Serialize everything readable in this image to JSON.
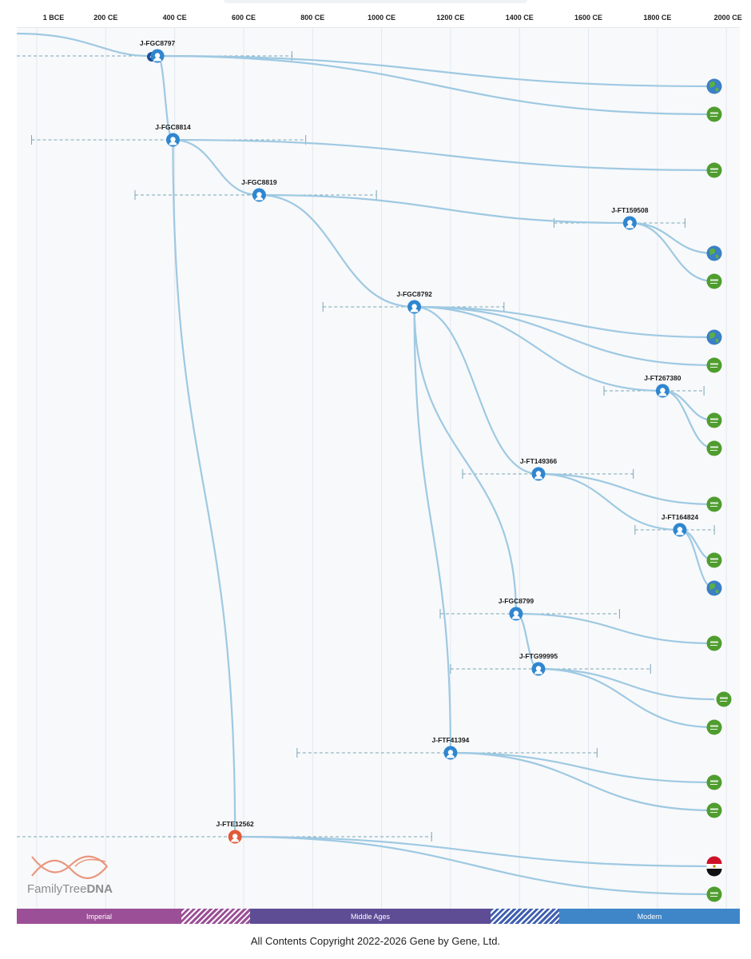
{
  "time_axis": {
    "ticks": [
      "1 BCE",
      "200 CE",
      "400 CE",
      "600 CE",
      "800 CE",
      "1000 CE",
      "1200 CE",
      "1400 CE",
      "1600 CE",
      "1800 CE",
      "2000 CE"
    ]
  },
  "nodes": [
    {
      "id": "J-FGC8797",
      "label": "J-FGC8797",
      "year": 350,
      "range": [
        -70,
        740
      ],
      "kind": "person"
    },
    {
      "id": "J-FGC8814",
      "label": "J-FGC8814",
      "year": 395,
      "range": [
        -15,
        780
      ],
      "kind": "person"
    },
    {
      "id": "J-FGC8819",
      "label": "J-FGC8819",
      "year": 645,
      "range": [
        285,
        985
      ],
      "kind": "person"
    },
    {
      "id": "J-FT159508",
      "label": "J-FT159508",
      "year": 1720,
      "range": [
        1500,
        1880
      ],
      "kind": "person"
    },
    {
      "id": "J-FGC8792",
      "label": "J-FGC8792",
      "year": 1095,
      "range": [
        830,
        1355
      ],
      "kind": "person"
    },
    {
      "id": "J-FT267380",
      "label": "J-FT267380",
      "year": 1815,
      "range": [
        1645,
        1935
      ],
      "kind": "person"
    },
    {
      "id": "J-FT149366",
      "label": "J-FT149366",
      "year": 1455,
      "range": [
        1235,
        1730
      ],
      "kind": "person"
    },
    {
      "id": "J-FT164824",
      "label": "J-FT164824",
      "year": 1865,
      "range": [
        1735,
        1965
      ],
      "kind": "person"
    },
    {
      "id": "J-FGC8799",
      "label": "J-FGC8799",
      "year": 1390,
      "range": [
        1170,
        1690
      ],
      "kind": "person"
    },
    {
      "id": "J-FTG99995",
      "label": "J-FTG99995",
      "year": 1455,
      "range": [
        1200,
        1780
      ],
      "kind": "person"
    },
    {
      "id": "J-FTF41394",
      "label": "J-FTF41394",
      "year": 1200,
      "range": [
        755,
        1625
      ],
      "kind": "person"
    },
    {
      "id": "J-FTE12562",
      "label": "J-FTE12562",
      "year": 575,
      "range": [
        -85,
        1145
      ],
      "kind": "person-highlight"
    }
  ],
  "leaves": [
    {
      "parent": "J-FGC8797",
      "flag": "world",
      "row": 107
    },
    {
      "parent": "J-FGC8797",
      "flag": "saudi-arabia",
      "row": 142
    },
    {
      "parent": "J-FGC8814",
      "flag": "saudi-arabia",
      "row": 212
    },
    {
      "parent": "J-FT159508",
      "flag": "world",
      "row": 316
    },
    {
      "parent": "J-FT159508",
      "flag": "saudi-arabia",
      "row": 351
    },
    {
      "parent": "J-FGC8792",
      "flag": "world",
      "row": 421
    },
    {
      "parent": "J-FGC8792",
      "flag": "saudi-arabia",
      "row": 456
    },
    {
      "parent": "J-FT267380",
      "flag": "saudi-arabia",
      "row": 525
    },
    {
      "parent": "J-FT267380",
      "flag": "saudi-arabia",
      "row": 560
    },
    {
      "parent": "J-FT149366",
      "flag": "saudi-arabia",
      "row": 630
    },
    {
      "parent": "J-FT164824",
      "flag": "saudi-arabia",
      "row": 700
    },
    {
      "parent": "J-FT164824",
      "flag": "world",
      "row": 735
    },
    {
      "parent": "J-FGC8799",
      "flag": "saudi-arabia",
      "row": 804
    },
    {
      "parent": "J-FTG99995",
      "flag": "saudi-arabia",
      "row": 874
    },
    {
      "parent": "J-FTG99995",
      "flag": "saudi-arabia",
      "row": 909
    },
    {
      "parent": "J-FTF41394",
      "flag": "saudi-arabia",
      "row": 978
    },
    {
      "parent": "J-FTF41394",
      "flag": "saudi-arabia",
      "row": 1013
    },
    {
      "parent": "J-FTE12562",
      "flag": "egypt",
      "row": 1083
    },
    {
      "parent": "J-FTE12562",
      "flag": "saudi-arabia",
      "row": 1118
    }
  ],
  "eras": [
    {
      "name": "Imperial",
      "color": "#9b4f96",
      "striped": false
    },
    {
      "name": "",
      "color": "#9b4f96",
      "striped": true
    },
    {
      "name": "Middle Ages",
      "color": "#5e4d95",
      "striped": false
    },
    {
      "name": "",
      "color": "#3f5fb0",
      "striped": true
    },
    {
      "name": "Modern",
      "color": "#3f86c9",
      "striped": false
    }
  ],
  "colors": {
    "branch": "#9ec9e2",
    "node": "#2f86d0",
    "node_highlight": "#e25a36",
    "range": "#7aa7b6",
    "grid": "#e3e7ee",
    "flag_green": "#4f9d2f",
    "world_blue": "#3b7fc4",
    "collapse": "#1b4f93"
  },
  "logo": {
    "brand_light": "FamilyTree",
    "brand_bold": "DNA"
  },
  "footer": {
    "copyright": "All Contents Copyright 2022-2026 Gene by Gene, Ltd."
  }
}
